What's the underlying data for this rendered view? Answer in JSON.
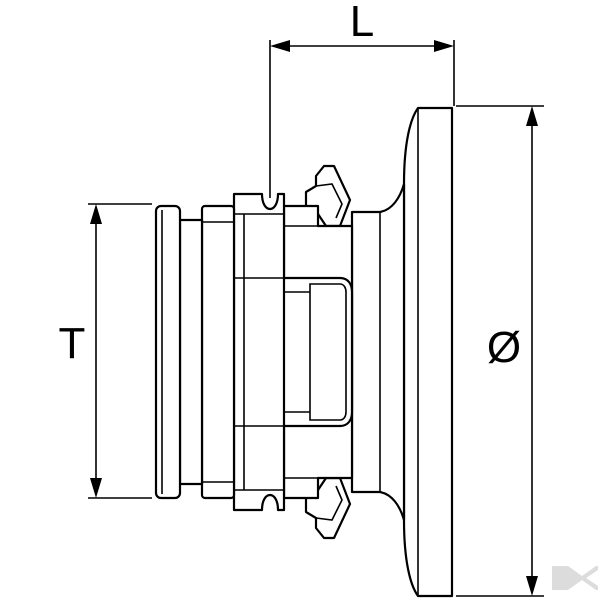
{
  "dimensions": {
    "length_label": "L",
    "thread_label": "T",
    "diameter_label": "Ø"
  },
  "watermark": {
    "icon": "k-logo-icon"
  },
  "colors": {
    "line": "#000000",
    "background": "#ffffff",
    "watermark": "#dcdcdc"
  }
}
